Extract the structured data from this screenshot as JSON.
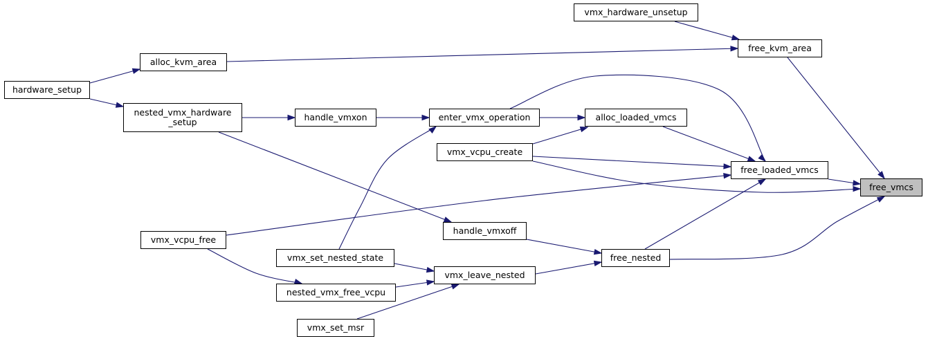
{
  "nodes": {
    "free_vmcs": "free_vmcs",
    "free_kvm_area": "free_kvm_area",
    "vmx_hardware_unsetup": "vmx_hardware_unsetup",
    "alloc_kvm_area": "alloc_kvm_area",
    "hardware_setup": "hardware_setup",
    "nested_vmx_hardware_setup": "nested_vmx_hardware\n_setup",
    "handle_vmxon": "handle_vmxon",
    "enter_vmx_operation": "enter_vmx_operation",
    "alloc_loaded_vmcs": "alloc_loaded_vmcs",
    "vmx_vcpu_create": "vmx_vcpu_create",
    "free_loaded_vmcs": "free_loaded_vmcs",
    "vmx_vcpu_free": "vmx_vcpu_free",
    "handle_vmxoff": "handle_vmxoff",
    "vmx_set_nested_state": "vmx_set_nested_state",
    "free_nested": "free_nested",
    "vmx_leave_nested": "vmx_leave_nested",
    "nested_vmx_free_vcpu": "nested_vmx_free_vcpu",
    "vmx_set_msr": "vmx_set_msr"
  },
  "edges": [
    [
      "vmx_hardware_unsetup",
      "free_kvm_area"
    ],
    [
      "alloc_kvm_area",
      "free_kvm_area"
    ],
    [
      "hardware_setup",
      "alloc_kvm_area"
    ],
    [
      "hardware_setup",
      "nested_vmx_hardware_setup"
    ],
    [
      "nested_vmx_hardware_setup",
      "handle_vmxon"
    ],
    [
      "nested_vmx_hardware_setup",
      "handle_vmxoff"
    ],
    [
      "handle_vmxon",
      "enter_vmx_operation"
    ],
    [
      "enter_vmx_operation",
      "alloc_loaded_vmcs"
    ],
    [
      "enter_vmx_operation",
      "free_loaded_vmcs"
    ],
    [
      "vmx_vcpu_create",
      "alloc_loaded_vmcs"
    ],
    [
      "vmx_vcpu_create",
      "free_loaded_vmcs"
    ],
    [
      "vmx_vcpu_create",
      "free_vmcs"
    ],
    [
      "alloc_loaded_vmcs",
      "free_loaded_vmcs"
    ],
    [
      "vmx_vcpu_free",
      "free_loaded_vmcs"
    ],
    [
      "vmx_vcpu_free",
      "nested_vmx_free_vcpu"
    ],
    [
      "vmx_set_nested_state",
      "enter_vmx_operation"
    ],
    [
      "vmx_set_nested_state",
      "vmx_leave_nested"
    ],
    [
      "nested_vmx_free_vcpu",
      "vmx_leave_nested"
    ],
    [
      "vmx_set_msr",
      "vmx_leave_nested"
    ],
    [
      "handle_vmxoff",
      "free_nested"
    ],
    [
      "vmx_leave_nested",
      "free_nested"
    ],
    [
      "free_nested",
      "free_loaded_vmcs"
    ],
    [
      "free_nested",
      "free_vmcs"
    ],
    [
      "free_loaded_vmcs",
      "free_vmcs"
    ],
    [
      "free_kvm_area",
      "free_vmcs"
    ]
  ]
}
